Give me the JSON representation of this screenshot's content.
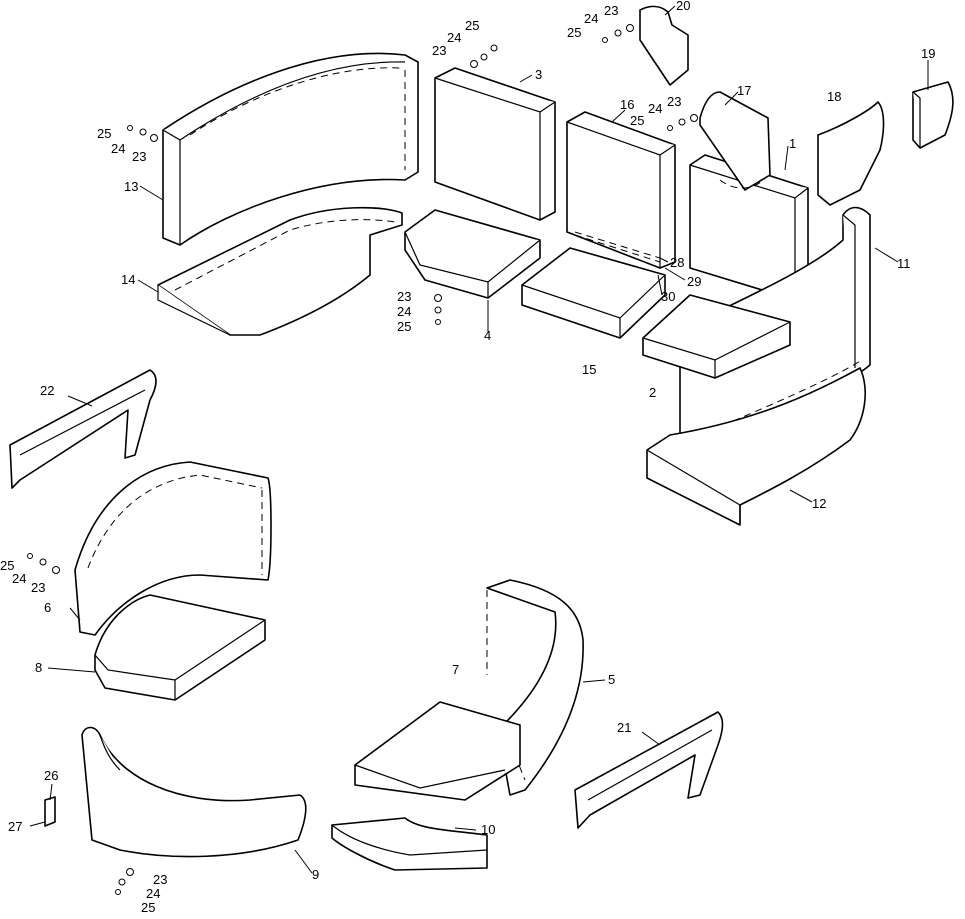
{
  "labels": {
    "p1": "1",
    "p2": "2",
    "p3": "3",
    "p4": "4",
    "p5": "5",
    "p6": "6",
    "p7": "7",
    "p8": "8",
    "p9": "9",
    "p10": "10",
    "p11": "11",
    "p12": "12",
    "p13": "13",
    "p14": "14",
    "p15": "15",
    "p16": "16",
    "p17": "17",
    "p18": "18",
    "p19": "19",
    "p20": "20",
    "p21": "21",
    "p22": "22",
    "p26": "26",
    "p27": "27",
    "p28": "28",
    "p29": "29",
    "p30": "30",
    "h23": "23",
    "h24": "24",
    "h25": "25"
  }
}
